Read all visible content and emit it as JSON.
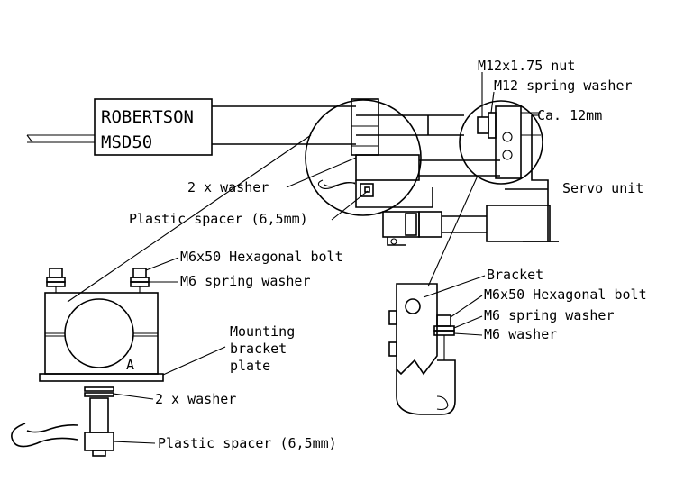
{
  "nameplate": {
    "line1": "ROBERTSON",
    "line2": "MSD50"
  },
  "labels": {
    "nut": "M12x1.75 nut",
    "spring_washer_m12": "M12 spring washer",
    "ca_12mm": "Ca. 12mm",
    "servo_unit": "Servo unit",
    "two_washer_top": "2 x washer",
    "plastic_spacer_top": "Plastic spacer (6,5mm)",
    "hex_bolt_left": "M6x50 Hexagonal bolt",
    "spring_washer_left": "M6 spring washer",
    "mounting_line1": "Mounting",
    "mounting_line2": "bracket",
    "mounting_line3": "plate",
    "part_a": "A",
    "two_washer_bottom": "2 x washer",
    "plastic_spacer_bottom": "Plastic spacer (6,5mm)",
    "bracket": "Bracket",
    "hex_bolt_right": "M6x50 Hexagonal bolt",
    "spring_washer_right": "M6 spring washer",
    "m6_washer": "M6 washer"
  }
}
